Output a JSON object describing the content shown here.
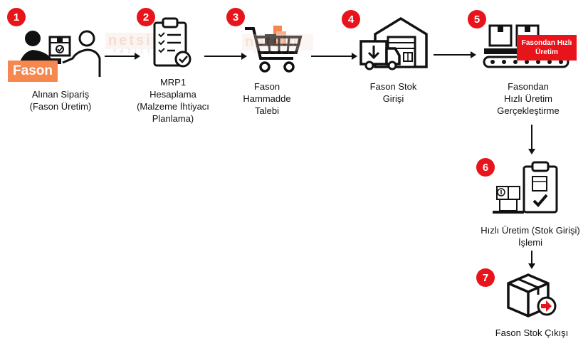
{
  "steps": [
    {
      "num": "1",
      "label_lines": [
        "Alınan Sipariş",
        "(Fason Üretim)"
      ],
      "tag": "Fason"
    },
    {
      "num": "2",
      "label_lines": [
        "MRP1",
        "Hesaplama",
        "(Malzeme İhtiyacı",
        "Planlama)"
      ]
    },
    {
      "num": "3",
      "label_lines": [
        "Fason",
        "Hammadde",
        "Talebi"
      ]
    },
    {
      "num": "4",
      "label_lines": [
        "Fason Stok",
        "Girişi"
      ]
    },
    {
      "num": "5",
      "label_lines": [
        "Fasondan",
        "Hızlı Üretim",
        "Gerçekleştirme"
      ],
      "tag_lines": [
        "Fasondan Hızlı",
        "Üretim"
      ]
    },
    {
      "num": "6",
      "label_lines": [
        "Hızlı Üretim (Stok Girişi)",
        "İşlemi"
      ]
    },
    {
      "num": "7",
      "label_lines": [
        "Fason Stok Çıkışı"
      ]
    }
  ],
  "watermark": {
    "text": "netsim",
    "sub": "YAZILIM"
  },
  "colors": {
    "badge": "#e8141b",
    "fason_tag": "#f5874f",
    "tag_red": "#e8141b",
    "stroke": "#111111"
  }
}
